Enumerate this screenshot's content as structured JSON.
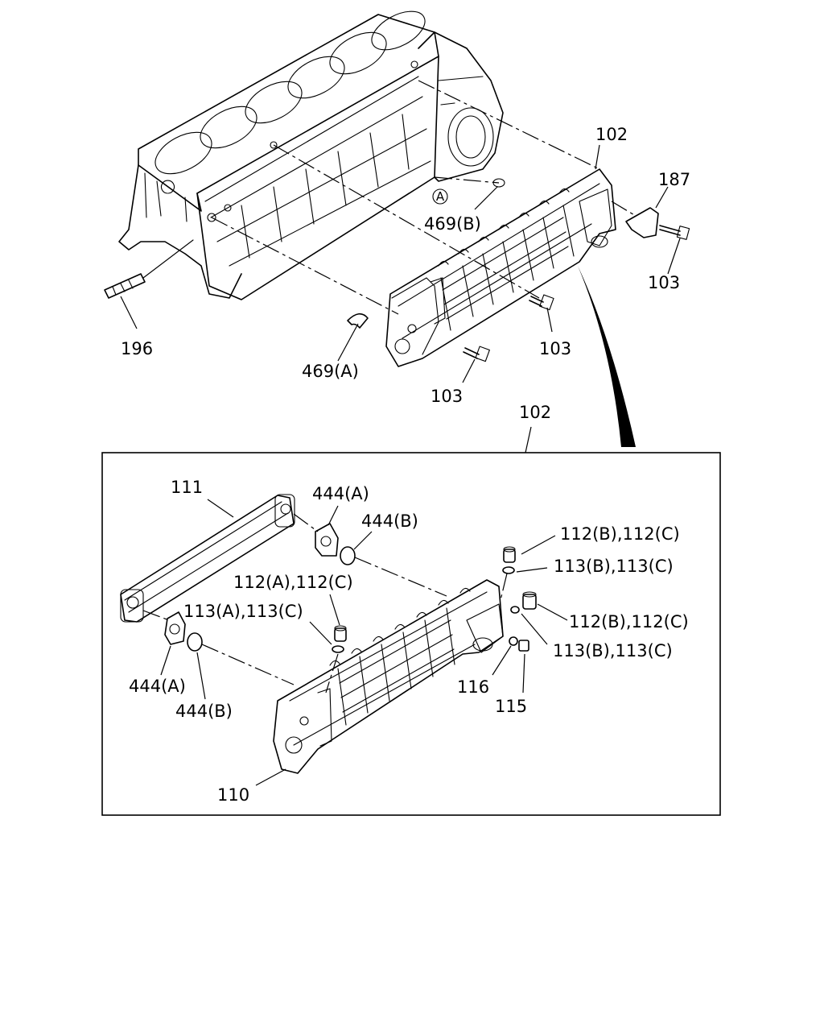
{
  "diagram": {
    "labels": {
      "l102_top": "102",
      "l187": "187",
      "l103_right": "103",
      "l469b": "469(B)",
      "l_ref_a": "A",
      "l196": "196",
      "l469a": "469(A)",
      "l103_mid": "103",
      "l103_bottom": "103",
      "l102_detail": "102",
      "l111": "111",
      "l444a_top": "444(A)",
      "l444b_top": "444(B)",
      "l112bc_top": "112(B),112(C)",
      "l113bc_top": "113(B),113(C)",
      "l112ac": "112(A),112(C)",
      "l113ac": "113(A),113(C)",
      "l112bc_right": "112(B),112(C)",
      "l113bc_right": "113(B),113(C)",
      "l116": "116",
      "l115": "115",
      "l444a_bottom": "444(A)",
      "l444b_bottom": "444(B)",
      "l110": "110"
    }
  }
}
